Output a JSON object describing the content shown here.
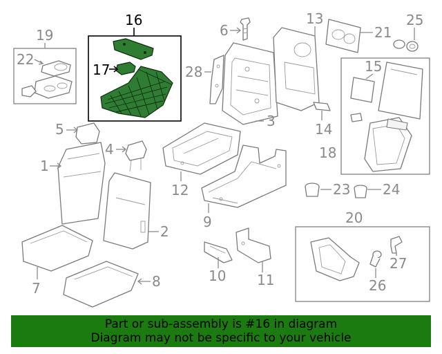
{
  "diagram": {
    "callouts": {
      "c1": "1",
      "c2": "2",
      "c3": "3",
      "c4": "4",
      "c5": "5",
      "c6": "6",
      "c7": "7",
      "c8": "8",
      "c9": "9",
      "c10": "10",
      "c11": "11",
      "c12": "12",
      "c13": "13",
      "c14": "14",
      "c15": "15",
      "c16": "16",
      "c17": "17",
      "c18": "18",
      "c19": "19",
      "c20": "20",
      "c21": "21",
      "c22": "22",
      "c23": "23",
      "c24": "24",
      "c25": "25",
      "c26": "26",
      "c27": "27",
      "c28": "28"
    },
    "highlighted_part": "16",
    "highlight_color": "#2e7d32"
  },
  "footer": {
    "line1": "Part or sub-assembly is #16 in diagram",
    "line2": "Diagram may not be specific to your vehicle",
    "background": "#1b7a10"
  }
}
